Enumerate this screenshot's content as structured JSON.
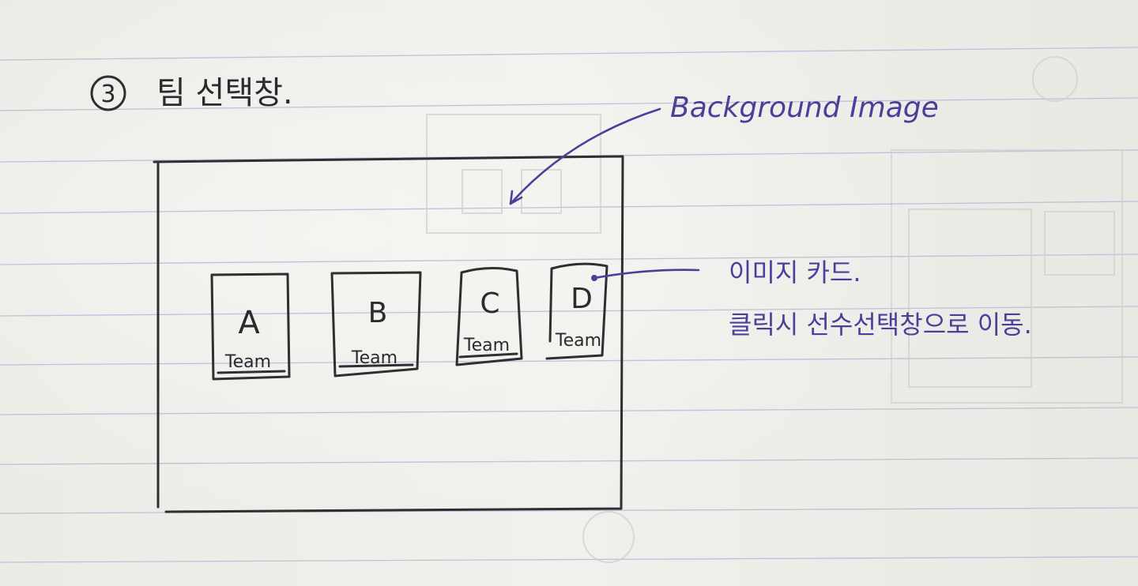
{
  "heading": {
    "number": "3",
    "text": "팀 선택창."
  },
  "annotations": {
    "background": "Background Image",
    "card_line1": "이미지 카드.",
    "card_line2": "클릭시 선수선택창으로 이동."
  },
  "cards": [
    {
      "letter": "A",
      "label": "Team"
    },
    {
      "letter": "B",
      "label": "Team"
    },
    {
      "letter": "C",
      "label": "Team"
    },
    {
      "letter": "D",
      "label": "Team"
    }
  ],
  "colors": {
    "pencil": "#2f2f33",
    "pen_blue": "#4a3f9a",
    "rule_line": "#b9c3d9"
  }
}
